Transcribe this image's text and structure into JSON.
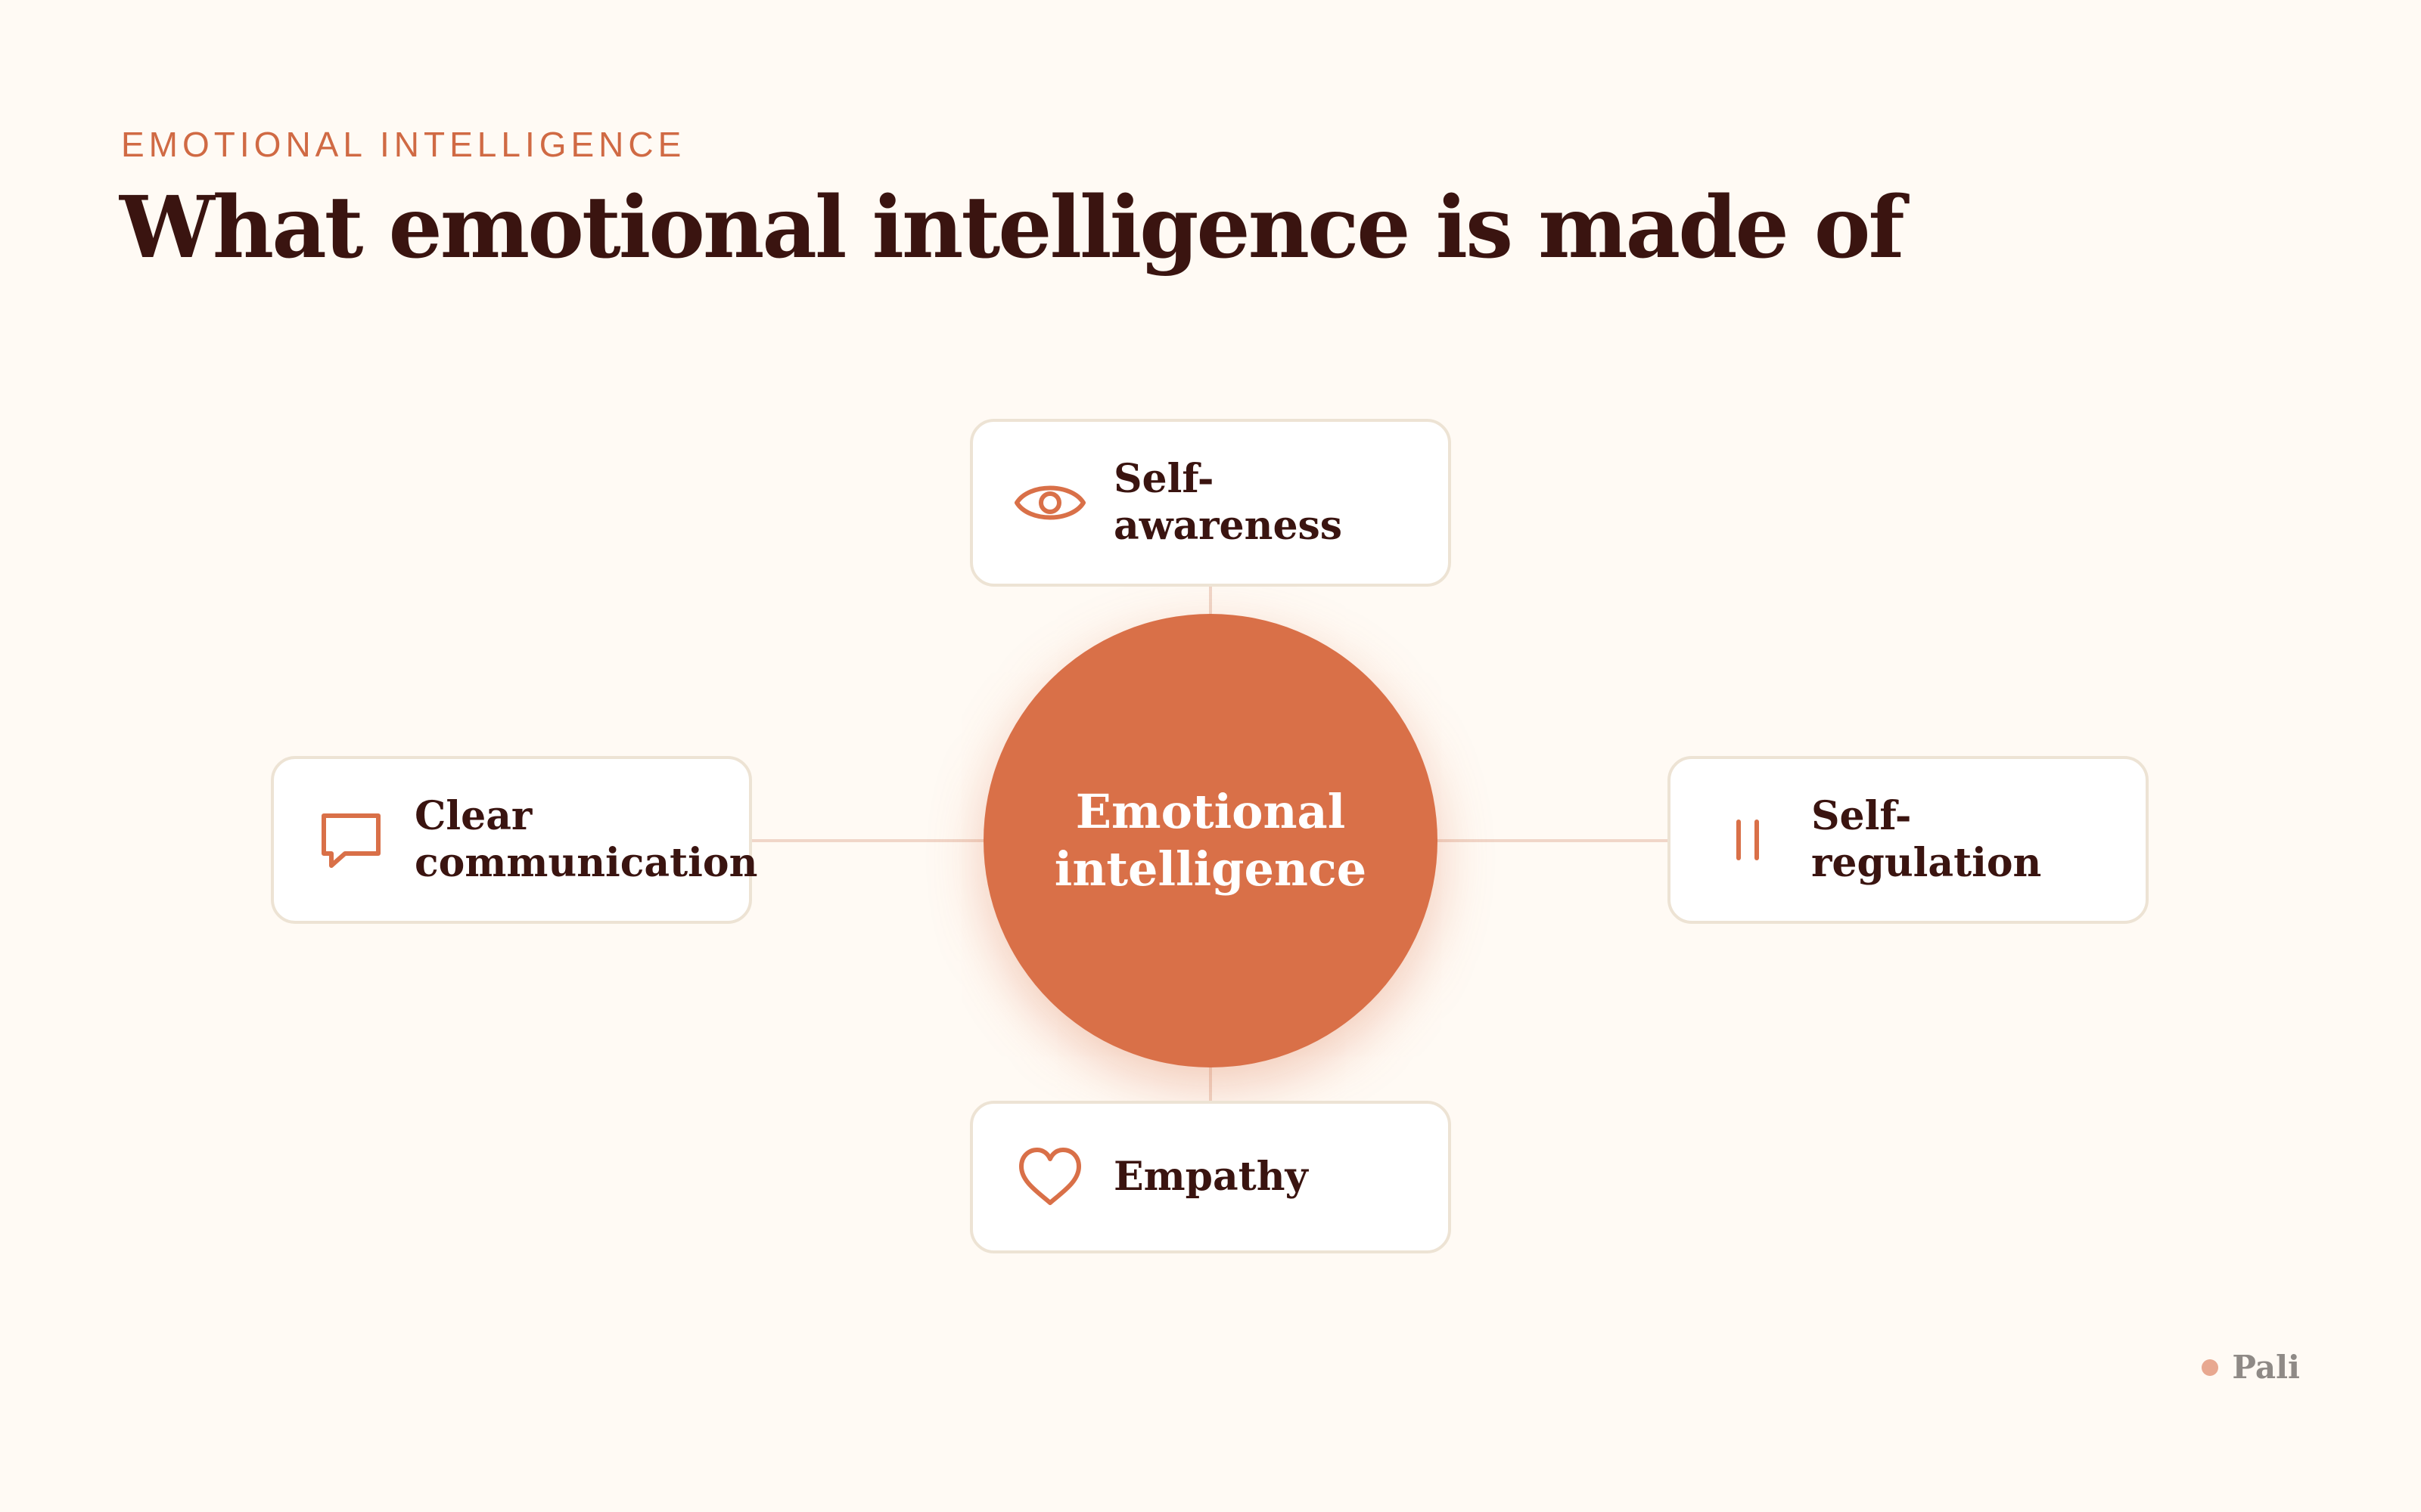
{
  "header": {
    "eyebrow": "EMOTIONAL INTELLIGENCE",
    "title": "What emotional intelligence is made of"
  },
  "hub": {
    "label_line1": "Emotional",
    "label_line2": "intelligence"
  },
  "components": {
    "top": {
      "line1": "Self-",
      "line2": "awareness",
      "icon": "eye-icon"
    },
    "left": {
      "line1": "Clear",
      "line2": "communication",
      "icon": "speech-bubble-icon"
    },
    "right": {
      "line1": "Self-",
      "line2": "regulation",
      "icon": "pause-icon"
    },
    "bottom": {
      "line1": "Empathy",
      "icon": "heart-icon"
    }
  },
  "brand": {
    "name": "Pali"
  },
  "colors": {
    "background": "#fffaf4",
    "accent": "#d97048",
    "eyebrow": "#d06a44",
    "text_dark": "#3a1410",
    "card_border": "#ede3d4",
    "connector": "#f0d6c8",
    "brand_dot": "#e8a890",
    "brand_text": "#8f8a86"
  }
}
